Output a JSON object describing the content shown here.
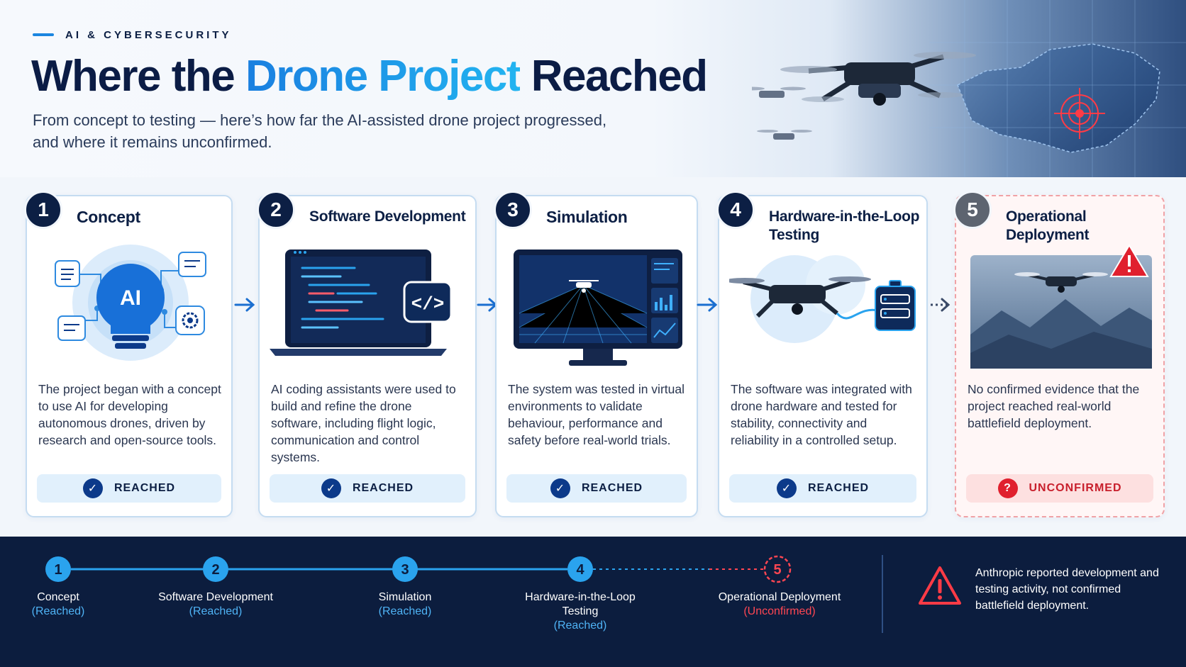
{
  "header": {
    "eyebrow": "AI & CYBERSECURITY",
    "title_pre": "Where the ",
    "title_accent": "Drone Project",
    "title_post": " Reached",
    "subtitle_line1": "From concept to testing — here’s how far the AI-assisted drone project progressed,",
    "subtitle_line2": "and where it remains unconfirmed."
  },
  "stages": [
    {
      "number": "1",
      "title": "Concept",
      "body": "The project began with a concept to use AI for developing autonomous drones, driven by research and open-source tools.",
      "status": "REACHED",
      "illustration_label": "AI"
    },
    {
      "number": "2",
      "title": "Software Development",
      "body": "AI coding assistants were used to build and refine the drone software, including flight logic, communication and control systems.",
      "status": "REACHED",
      "illustration_label": "</>"
    },
    {
      "number": "3",
      "title": "Simulation",
      "body": "The system was tested in virtual environments to validate behaviour, performance and safety before real-world trials.",
      "status": "REACHED"
    },
    {
      "number": "4",
      "title": "Hardware-in-the-Loop Testing",
      "body": "The software was integrated with drone hardware and tested for stability, connectivity and reliability in a controlled setup.",
      "status": "REACHED"
    },
    {
      "number": "5",
      "title": "Operational Deployment",
      "body": "No confirmed evidence that the project reached real-world battlefield deployment.",
      "status": "UNCONFIRMED"
    }
  ],
  "timeline": [
    {
      "number": "1",
      "label": "Concept",
      "state": "(Reached)"
    },
    {
      "number": "2",
      "label": "Software Development",
      "state": "(Reached)"
    },
    {
      "number": "3",
      "label": "Simulation",
      "state": "(Reached)"
    },
    {
      "number": "4",
      "label_line1": "Hardware-in-the-Loop",
      "label_line2": "Testing",
      "state": "(Reached)"
    },
    {
      "number": "5",
      "label": "Operational Deployment",
      "state": "(Unconfirmed)"
    }
  ],
  "note": "Anthropic reported development and testing activity, not confirmed battlefield deployment.",
  "colors": {
    "navy": "#0c1f44",
    "accent_blue": "#1b86e0",
    "reached_blue": "#2aa3ee",
    "unconfirmed_red": "#e0202e"
  },
  "icons": [
    "check-circle-icon",
    "question-circle-icon",
    "warning-triangle-icon",
    "arrow-right-icon",
    "dotted-arrow-right-icon"
  ]
}
